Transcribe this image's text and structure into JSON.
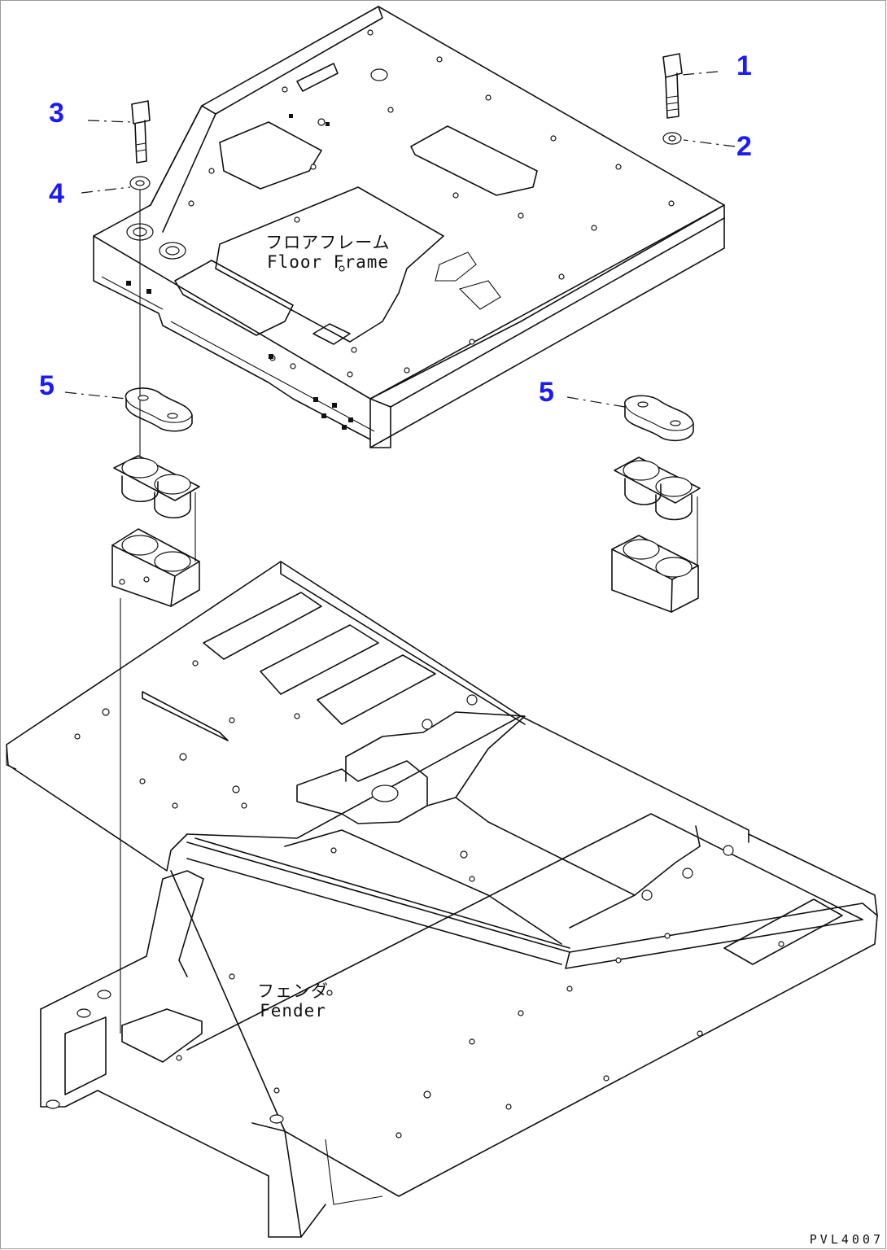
{
  "callouts": {
    "c1": "1",
    "c2": "2",
    "c3": "3",
    "c4": "4",
    "c5a": "5",
    "c5b": "5"
  },
  "labels": {
    "floor_frame_jp": "フロアフレーム",
    "floor_frame_en": "Floor Frame",
    "fender_jp": "フェンダ",
    "fender_en": "Fender"
  },
  "drawing_code": "PVL4007",
  "colors": {
    "callout": "#1a1aff",
    "line": "#111111",
    "background": "#ffffff"
  }
}
